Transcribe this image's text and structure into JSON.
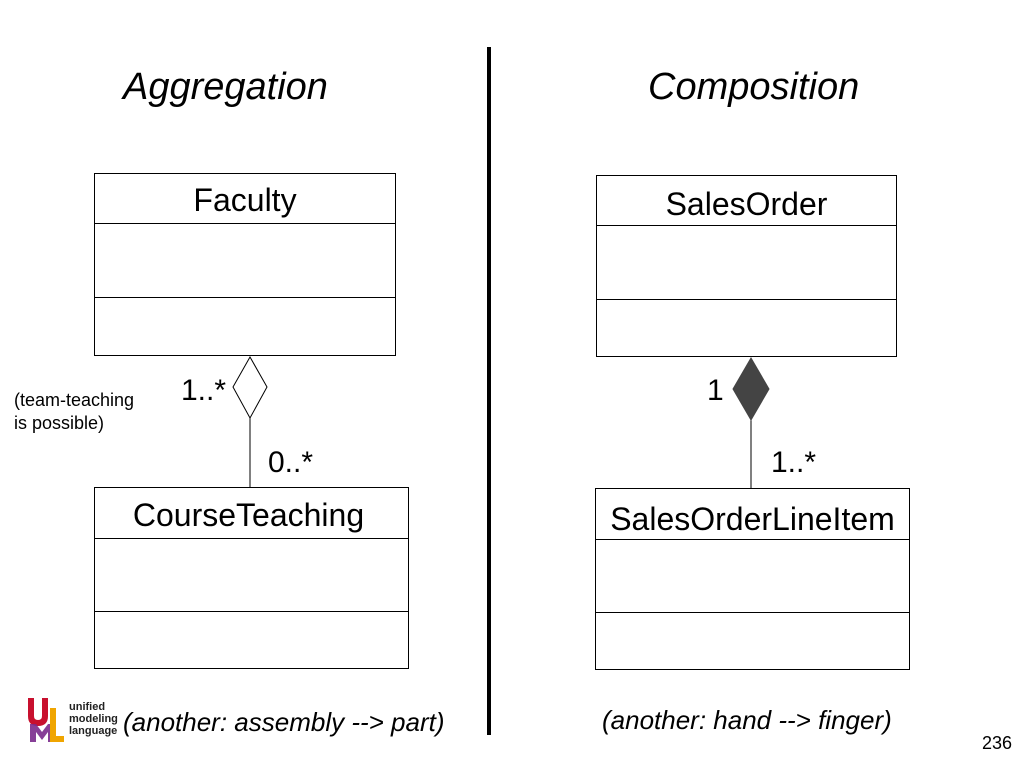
{
  "aggregation": {
    "title": "Aggregation",
    "whole_class": {
      "name": "Faculty"
    },
    "part_class": {
      "name": "CourseTeaching"
    },
    "whole_multiplicity": "1..*",
    "part_multiplicity": "0..*",
    "note": "(team-teaching\nis possible)",
    "caption": "(another: assembly --> part)"
  },
  "composition": {
    "title": "Composition",
    "whole_class": {
      "name": "SalesOrder"
    },
    "part_class": {
      "name": "SalesOrderLineItem"
    },
    "whole_multiplicity": "1",
    "part_multiplicity": "1..*",
    "caption": "(another: hand --> finger)"
  },
  "logo": {
    "text": "unified\nmodeling\nlanguage",
    "colors": {
      "u": "#c8102e",
      "m": "#7a2a8c",
      "l": "#f0a500"
    }
  },
  "page_number": "236",
  "colors": {
    "line": "#000000",
    "filled_diamond": "#444444",
    "background": "#ffffff"
  }
}
